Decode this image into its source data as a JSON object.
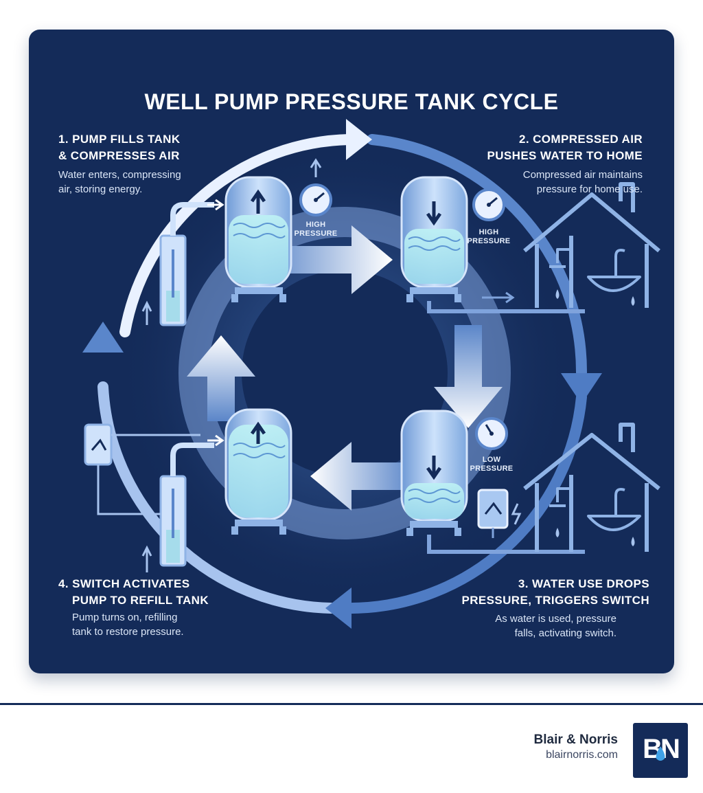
{
  "title": "WELL PUMP PRESSURE TANK CYCLE",
  "steps": [
    {
      "title_lines": [
        "1. PUMP FILLS TANK",
        "& COMPRESSES AIR"
      ],
      "desc_lines": [
        "Water enters, compressing",
        "air, storing energy."
      ]
    },
    {
      "title_lines": [
        "2. COMPRESSED AIR",
        "PUSHES WATER TO HOME"
      ],
      "desc_lines": [
        "Compressed air maintains",
        "pressure for home use."
      ]
    },
    {
      "title_lines": [
        "3. WATER USE DROPS",
        "PRESSURE, TRIGGERS SWITCH"
      ],
      "desc_lines": [
        "As water is used, pressure",
        "falls, activating switch."
      ]
    },
    {
      "title_lines": [
        "4. SWITCH ACTIVATES",
        "PUMP TO REFILL TANK"
      ],
      "desc_lines": [
        "Pump turns on, refilling",
        "tank to restore pressure."
      ]
    }
  ],
  "gauges": [
    {
      "label_lines": [
        "HIGH",
        "PRESSURE"
      ]
    },
    {
      "label_lines": [
        "HIGH",
        "PRESSURE"
      ]
    },
    {
      "label_lines": [
        "LOW",
        "PRESSURE"
      ]
    }
  ],
  "brand": {
    "name": "Blair & Norris",
    "site": "blairnorris.com",
    "logo_text": "BN"
  },
  "colors": {
    "panel": "#142b59",
    "water": "#aee4ee",
    "tank": "#8fb8e8",
    "arrow": "#f2f7ff"
  }
}
